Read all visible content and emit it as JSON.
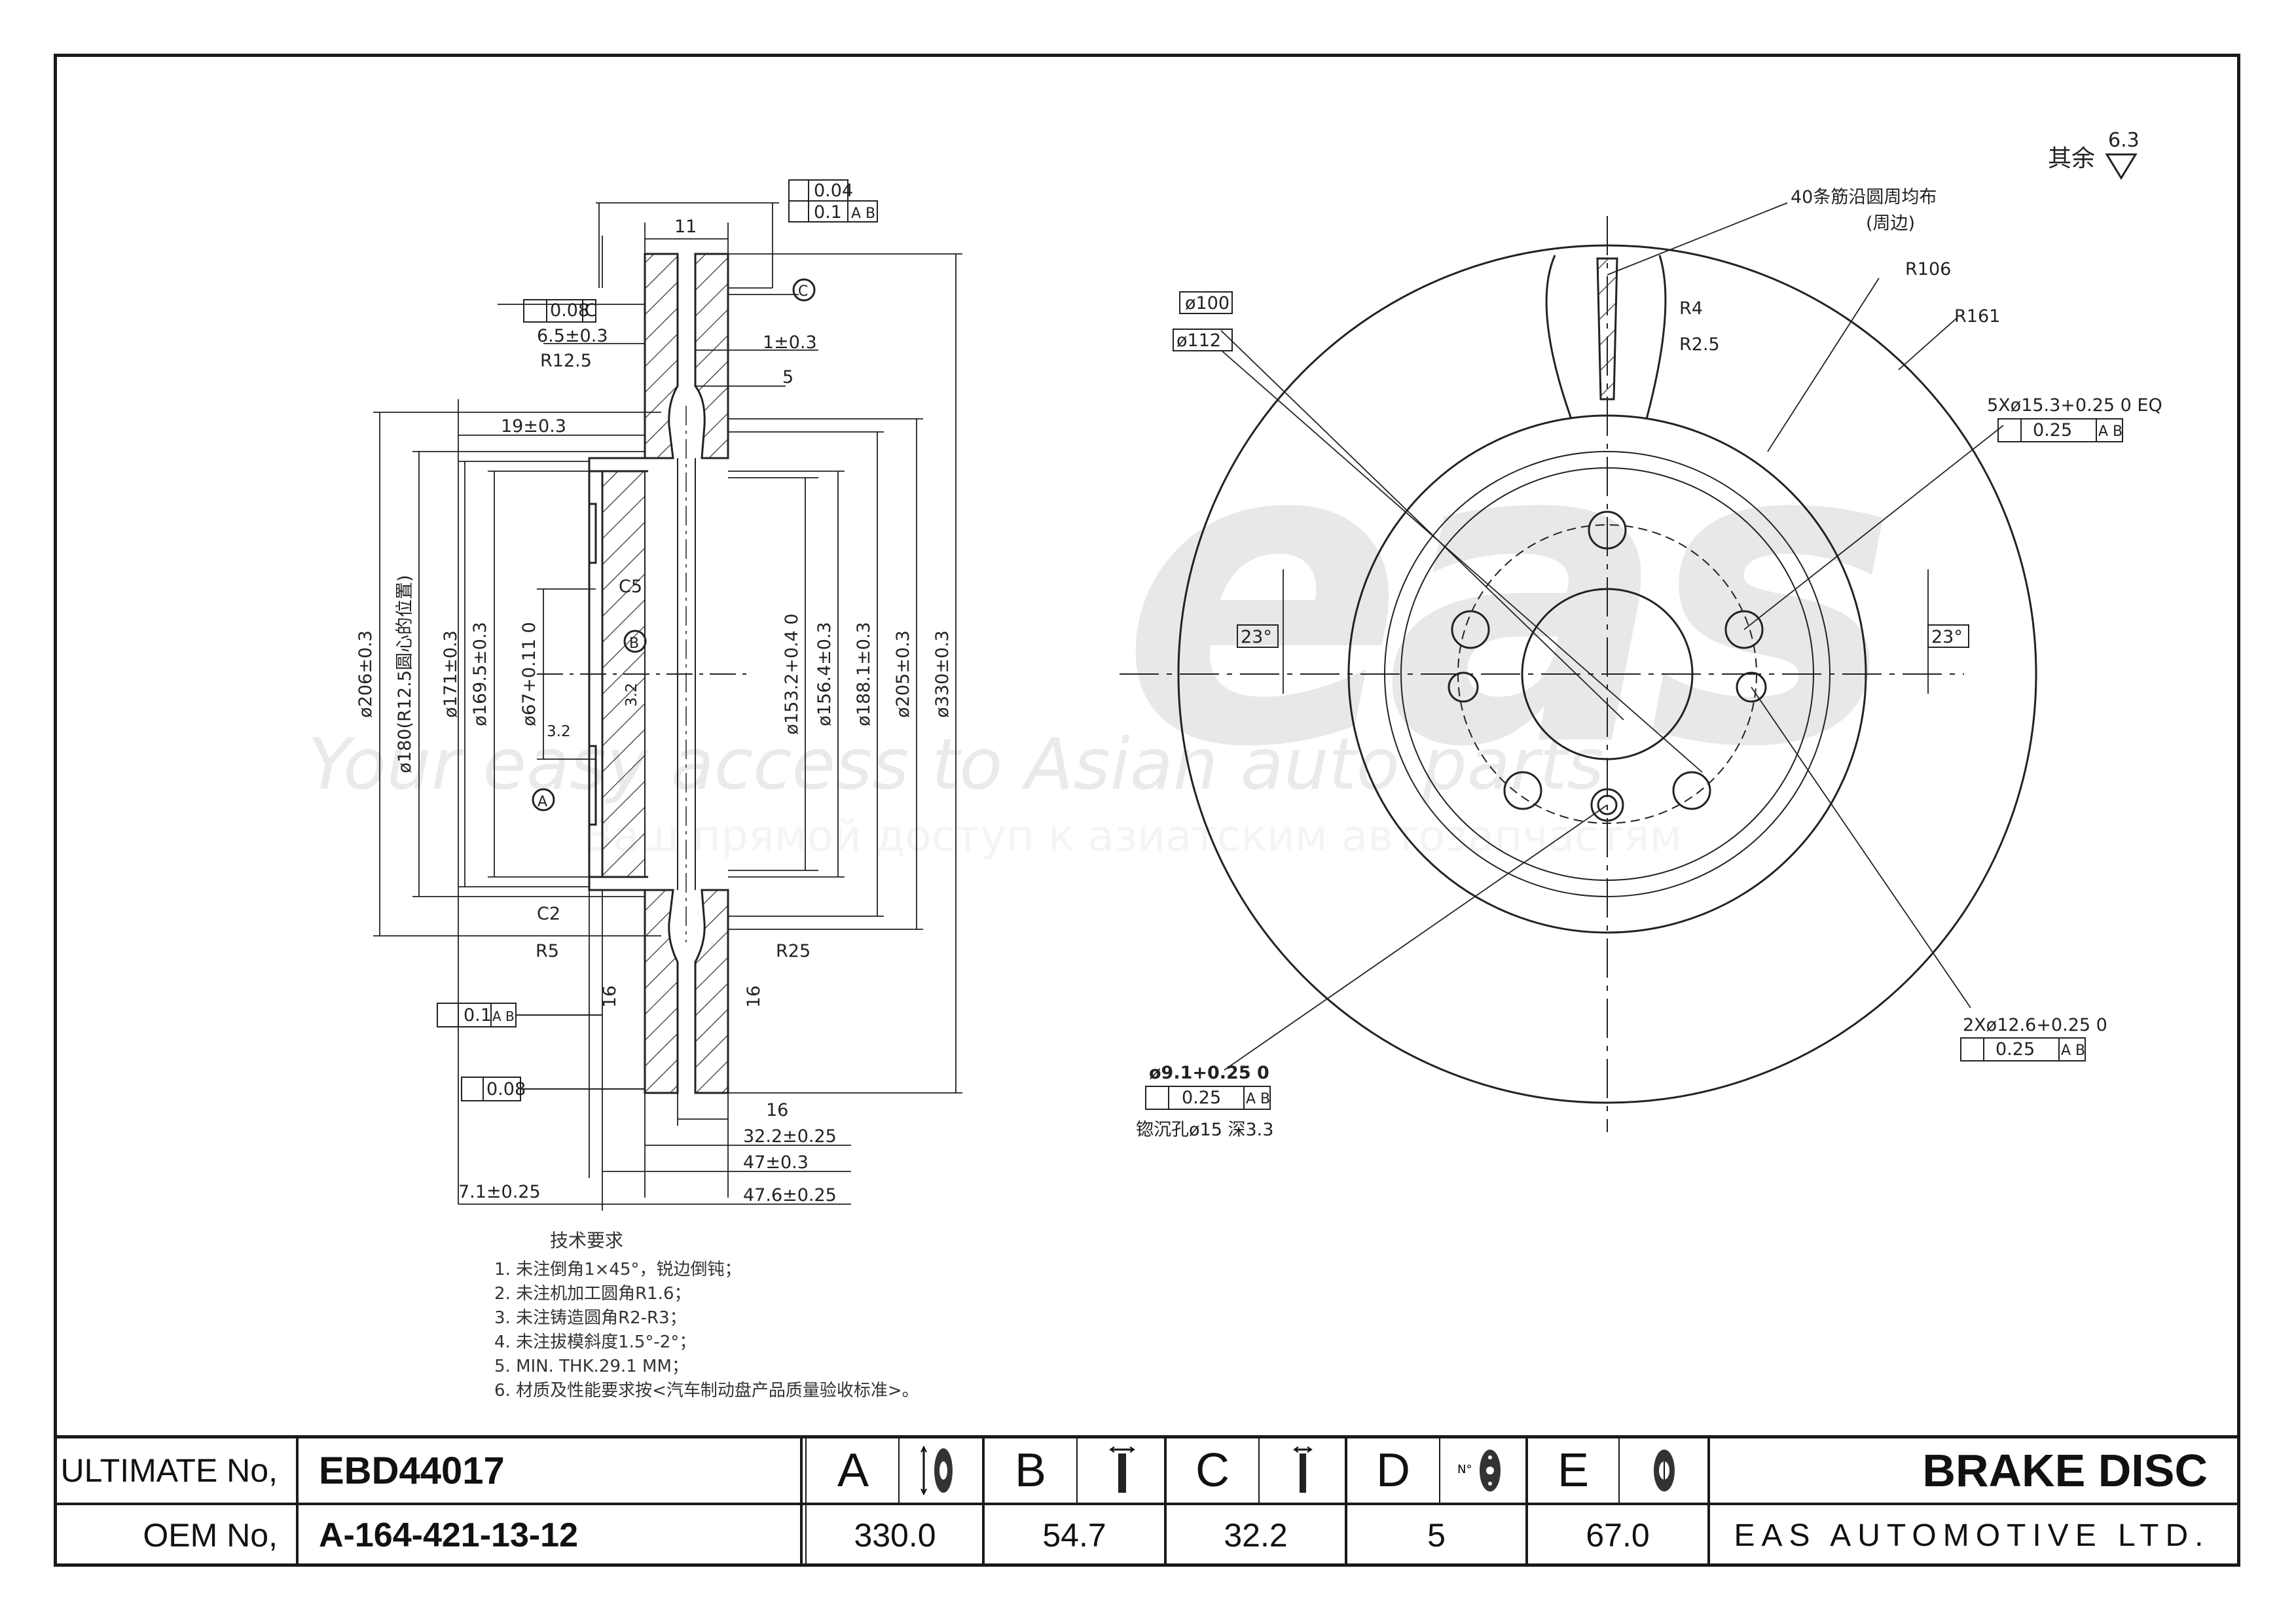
{
  "watermark": {
    "logo": "eas",
    "tagline": "Your easy access to Asian auto parts",
    "tagline_ru": "Ваш прямой доступ к азиатским автозапчастям"
  },
  "surface_note": {
    "text": "其余",
    "value": "6.3"
  },
  "notes": {
    "title": "技术要求",
    "items": [
      "1. 未注倒角1×45°，锐边倒钝；",
      "2. 未注机加工圆角R1.6；",
      "3. 未注铸造圆角R2-R3；",
      "4. 未注拔模斜度1.5°-2°；",
      "5. MIN. THK.29.1 MM；",
      "6. 材质及性能要求按<汽车制动盘产品质量验收标准>。"
    ]
  },
  "section_view": {
    "tol_flat": "0.04",
    "tol_runout": "0.1",
    "tol_runout_ref": "A B",
    "tol_parallel": "0.08",
    "tol_parallel_ref": "C",
    "datum_c": "C",
    "datum_b": "B",
    "datum_a": "A",
    "dim_11": "11",
    "dim_6_5": "6.5±0.3",
    "dim_1": "1±0.3",
    "dim_5": "5",
    "dim_r12_5": "R12.5",
    "dim_19": "19±0.3",
    "dim_c5": "C5",
    "dim_3_2a": "3.2",
    "dim_3_2b": "3.2",
    "dim_c2": "C2",
    "dim_r5": "R5",
    "dim_r25": "R25",
    "dim_16a": "16",
    "dim_16b": "16",
    "tol_runout2": "0.1",
    "tol_runout2_ref": "A B",
    "tol_flat2": "0.08",
    "dim_16": "16",
    "dim_32_2": "32.2±0.25",
    "dim_47": "47±0.3",
    "dim_7_1": "7.1±0.25",
    "dim_47_6": "47.6±0.25",
    "d206": "ø206±0.3",
    "d180": "ø180(R12.5圆心的位置)",
    "d171": "ø171±0.3",
    "d169_5": "ø169.5±0.3",
    "d67": "ø67+0.11 0",
    "d153_2": "ø153.2+0.4 0",
    "d156_4": "ø156.4±0.3",
    "d188_1": "ø188.1±0.3",
    "d205": "ø205±0.3",
    "d330": "ø330±0.3"
  },
  "face_view": {
    "ribs_note": "40条筋沿圆周均布",
    "ribs_sub": "(周边)",
    "d100": "ø100",
    "d112": "ø112",
    "r106": "R106",
    "r161": "R161",
    "r4": "R4",
    "r2_5": "R2.5",
    "holes5": "5Xø15.3+0.25 0 EQ",
    "holes5_tol": "0.25",
    "holes5_ref": "A B",
    "angle_left": "23°",
    "angle_right": "23°",
    "holes2": "2Xø12.6+0.25 0",
    "holes2_tol": "0.25",
    "holes2_ref": "A B",
    "hole9": "ø9.1+0.25 0",
    "hole9_tol": "0.25",
    "hole9_ref": "A B",
    "countersink": "锪沉孔ø15 深3.3"
  },
  "title_block": {
    "ultimate_label": "ULTIMATE No,",
    "ultimate_value": "EBD44017",
    "oem_label": "OEM No,",
    "oem_value": "A-164-421-13-12",
    "columns": [
      {
        "letter": "A",
        "value": "330.0",
        "icon": "disc-diameter-icon"
      },
      {
        "letter": "B",
        "value": "54.7",
        "icon": "disc-height-icon"
      },
      {
        "letter": "C",
        "value": "32.2",
        "icon": "disc-thickness-icon"
      },
      {
        "letter": "D",
        "value": "5",
        "icon": "bolt-holes-icon"
      },
      {
        "letter": "E",
        "value": "67.0",
        "icon": "center-bore-icon"
      }
    ],
    "product": "BRAKE DISC",
    "company": "EAS AUTOMOTIVE LTD."
  }
}
